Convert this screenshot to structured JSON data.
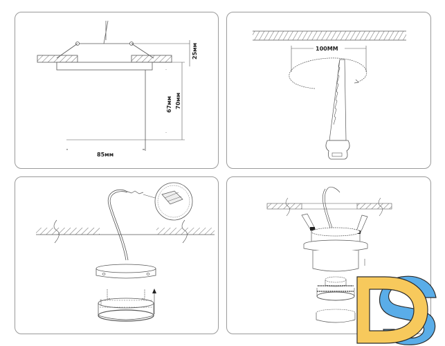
{
  "diagram": {
    "type": "installation-instructions",
    "panels": [
      {
        "id": "dimensions",
        "labels": {
          "depth_above": "25мм",
          "depth_inner": "67мм",
          "depth_total": "70мм",
          "diameter": "85мм"
        }
      },
      {
        "id": "cutout",
        "labels": {
          "hole_diameter": "100MM"
        }
      },
      {
        "id": "wiring",
        "labels": {}
      },
      {
        "id": "assembly",
        "labels": {}
      }
    ],
    "colors": {
      "line": "#555555",
      "border": "#9a9a9a",
      "logo_yellow": "#F7C95C",
      "logo_blue": "#5AADE8",
      "logo_outline": "#2b2b2b"
    },
    "watermark": {
      "text": "DS"
    }
  }
}
